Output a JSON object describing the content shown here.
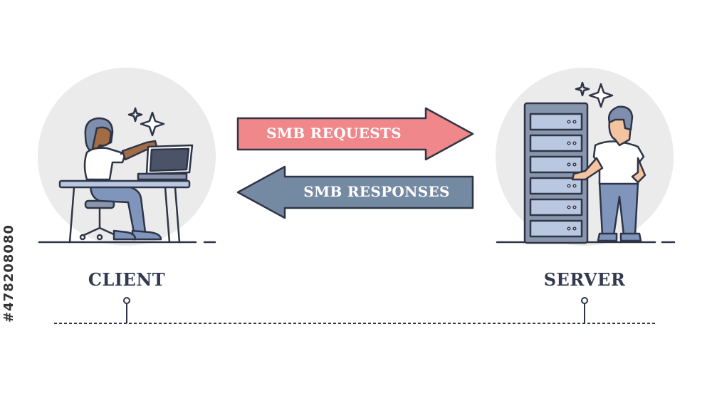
{
  "arrows": {
    "request_label": "SMB REQUESTS",
    "response_label": "SMB RESPONSES"
  },
  "labels": {
    "client": "CLIENT",
    "server": "SERVER"
  },
  "side_id": "#478208080",
  "colors": {
    "request_arrow": "#f0878a",
    "response_arrow": "#748aa3",
    "outline": "#2f3546",
    "circle_bg": "#ebebeb",
    "server_body": "#8795ad",
    "server_drawer": "#b9c8e0",
    "shirt": "#ffffff",
    "pants": "#7f95bc",
    "skin_client": "#a26c46",
    "skin_server": "#f4c4a0",
    "hair": "#7e8fad"
  }
}
